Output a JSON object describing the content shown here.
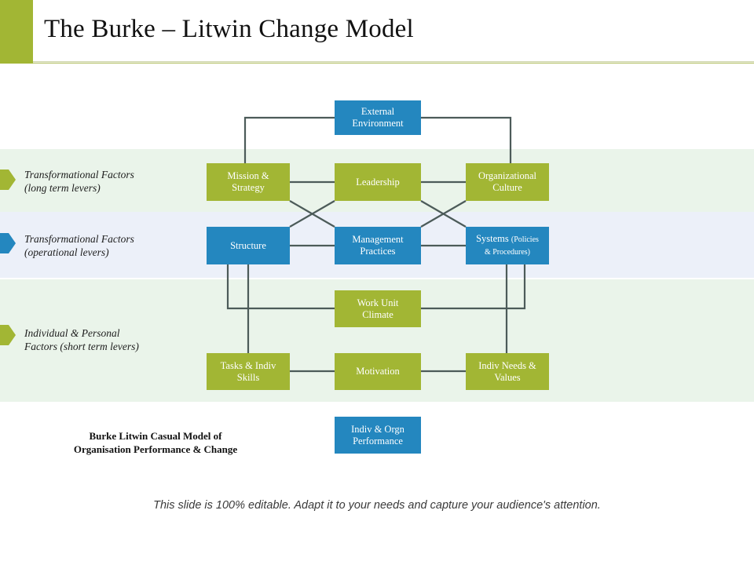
{
  "header": {
    "title": "The Burke – Litwin Change Model",
    "accent_green": "#a2b634",
    "rule_color": "#b9c46e"
  },
  "bands": [
    {
      "name": "transformational-long-term",
      "color": "#eaf4ea"
    },
    {
      "name": "transformational-operational",
      "color": "#ecf0f9"
    },
    {
      "name": "individual-personal",
      "color": "#eaf4ea"
    }
  ],
  "side_labels": [
    {
      "line1": "Transformational Factors",
      "line2": "(long term levers)",
      "arrow_color": "#a2b634"
    },
    {
      "line1": "Transformational Factors",
      "line2": "(operational levers)",
      "arrow_color": "#2487bf"
    },
    {
      "line1": "Individual & Personal",
      "line2": "Factors (short term levers)",
      "arrow_color": "#a2b634"
    }
  ],
  "nodes": {
    "external_environment": {
      "line1": "External",
      "line2": "Environment",
      "color": "#2487bf"
    },
    "mission_strategy": {
      "line1": "Mission &",
      "line2": "Strategy",
      "color": "#a2b634"
    },
    "leadership": {
      "line1": "Leadership",
      "line2": "",
      "color": "#a2b634"
    },
    "organizational_culture": {
      "line1": "Organizational",
      "line2": "Culture",
      "color": "#a2b634"
    },
    "structure": {
      "line1": "Structure",
      "line2": "",
      "color": "#2487bf"
    },
    "management_practices": {
      "line1": "Management",
      "line2": "Practices",
      "color": "#2487bf"
    },
    "systems": {
      "line1": "Systems",
      "small1": "(Policies",
      "small2": "& Procedures)",
      "color": "#2487bf"
    },
    "work_unit_climate": {
      "line1": "Work Unit",
      "line2": "Climate",
      "color": "#a2b634"
    },
    "tasks_indiv_skills": {
      "line1": "Tasks & Indiv",
      "line2": "Skills",
      "color": "#a2b634"
    },
    "motivation": {
      "line1": "Motivation",
      "line2": "",
      "color": "#a2b634"
    },
    "indiv_needs_values": {
      "line1": "Indiv Needs &",
      "line2": "Values",
      "color": "#a2b634"
    },
    "indiv_orgn_performance": {
      "line1": "Indiv & Orgn",
      "line2": "Performance",
      "color": "#2487bf"
    }
  },
  "caption": {
    "line1": "Burke Litwin Casual Model of",
    "line2": "Organisation Performance & Change"
  },
  "footer": {
    "note": "This slide is 100% editable. Adapt it to your needs and capture your audience's attention."
  },
  "connector_color": "#4c5b59"
}
